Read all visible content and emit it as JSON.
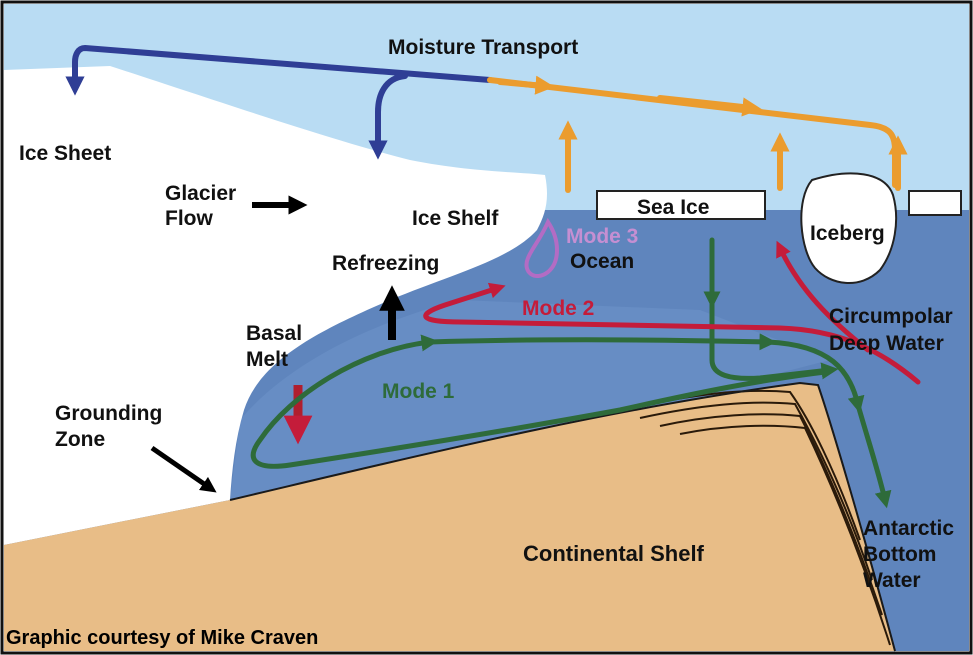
{
  "labels": {
    "moisture_transport": "Moisture Transport",
    "ice_sheet": "Ice Sheet",
    "glacier_flow_1": "Glacier",
    "glacier_flow_2": "Flow",
    "ice_shelf": "Ice Shelf",
    "sea_ice": "Sea Ice",
    "iceberg": "Iceberg",
    "mode3": "Mode 3",
    "ocean": "Ocean",
    "refreezing": "Refreezing",
    "mode2": "Mode 2",
    "circumpolar_1": "Circumpolar",
    "circumpolar_2": "Deep Water",
    "basal_1": "Basal",
    "basal_2": "Melt",
    "mode1": "Mode 1",
    "grounding_1": "Grounding",
    "grounding_2": "Zone",
    "antarctic_1": "Antarctic",
    "antarctic_2": "Bottom",
    "antarctic_3": "Water",
    "continental_shelf": "Continental Shelf",
    "credit": "Graphic courtesy of Mike Craven"
  },
  "colors": {
    "sky": "#b9dcf3",
    "ocean": "#5f85bd",
    "ocean_light": "#7aa0d1",
    "ice": "#ffffff",
    "shelf": "#e8bd87",
    "moisture_blue": "#2f3e95",
    "moisture_orange": "#eb9c2e",
    "mode1": "#2e6b3a",
    "mode2": "#c41c3a",
    "mode3": "#b36cc4",
    "melt": "#b01e2e",
    "black": "#000000"
  }
}
